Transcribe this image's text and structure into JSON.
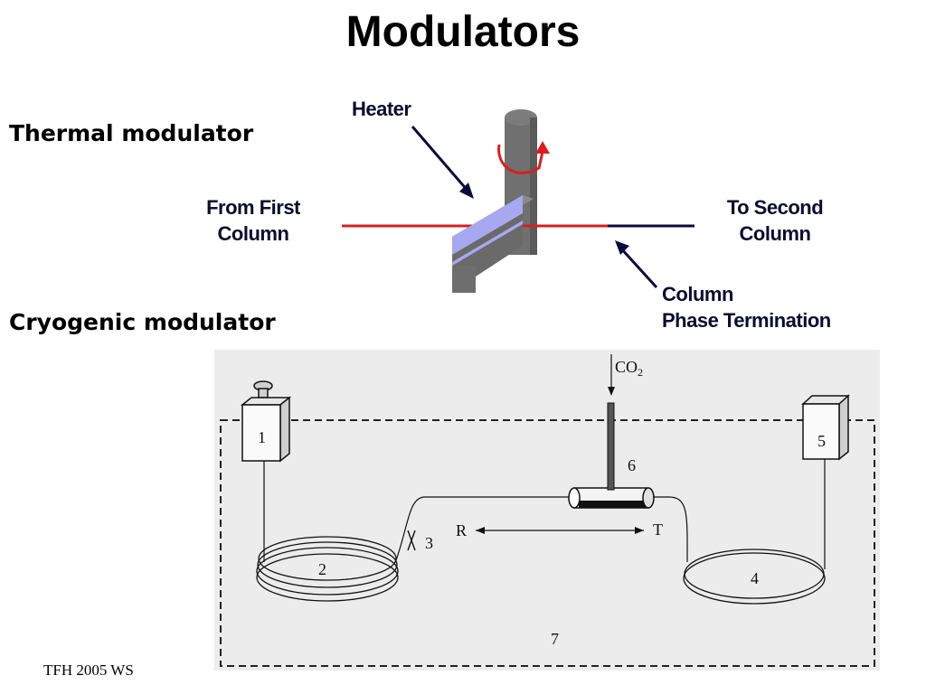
{
  "slide": {
    "title": "Modulators",
    "footer": "TFH  2005  WS"
  },
  "thermal": {
    "section_label": "Thermal modulator",
    "heater_label": "Heater",
    "from_label_line1": "From First",
    "from_label_line2": "Column",
    "to_label_line1": "To Second",
    "to_label_line2": "Column",
    "termination_line1": "Column",
    "termination_line2": "Phase Termination",
    "colors": {
      "column_red": "#d62020",
      "column_navy": "#0b0b3b",
      "heater_face": "#a8a8f0",
      "metal_dark": "#6a6a6a",
      "metal_mid": "#808080"
    }
  },
  "cryogenic": {
    "section_label": "Cryogenic modulator",
    "co2_label": "CO",
    "co2_sub": "2",
    "labels": {
      "n1": "1",
      "n2": "2",
      "n3": "3",
      "n4": "4",
      "n5": "5",
      "n6": "6",
      "n7": "7",
      "r": "R",
      "t": "T"
    }
  }
}
